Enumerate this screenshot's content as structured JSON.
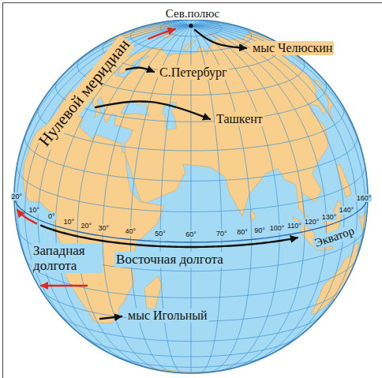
{
  "diagram": {
    "labels": [
      "Сев.полюс",
      "мыс Челюскин",
      "Нулевой меридиан",
      "С.Петербург",
      "Ташкент",
      "20°",
      "10°",
      "0°",
      "10°",
      "20°",
      "30°",
      "40°",
      "50°",
      "60°",
      "70°",
      "80°",
      "90°",
      "100°",
      "110°",
      "120°",
      "130°",
      "140°",
      "160°",
      "Экватор",
      "Западная долгота",
      "Восточная долгота",
      "мыс Игольный"
    ]
  }
}
